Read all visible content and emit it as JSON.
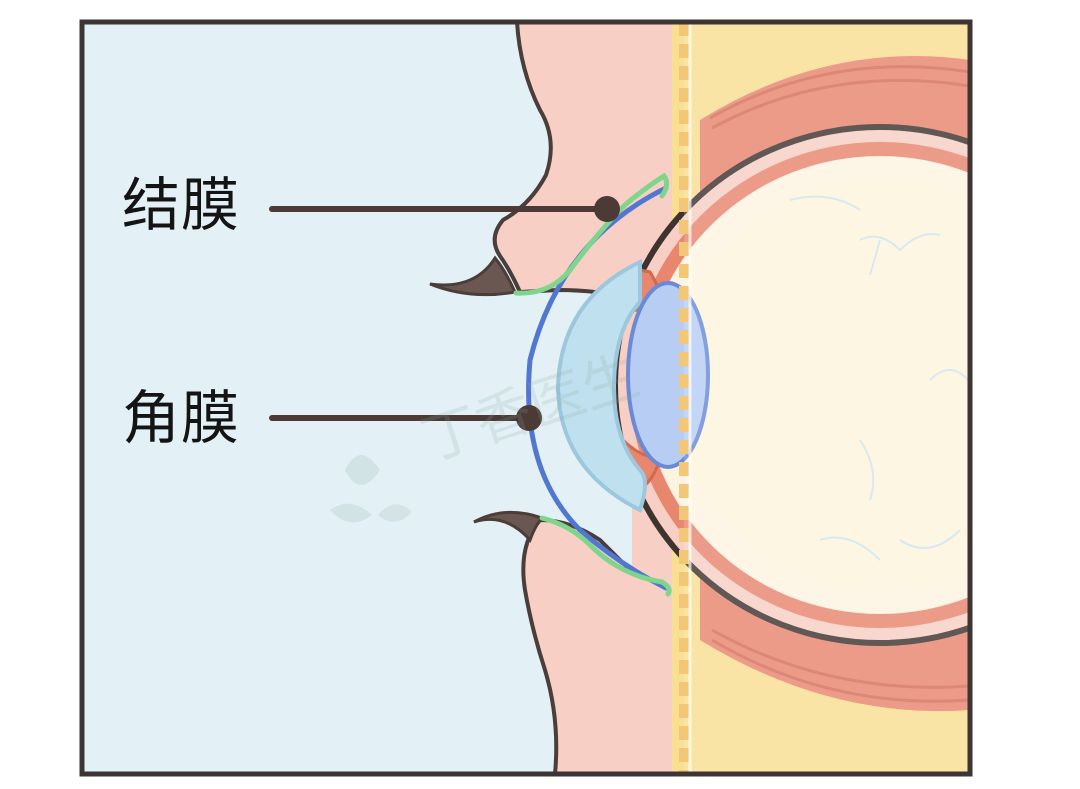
{
  "labels": {
    "conjunctiva": "结膜",
    "cornea": "角膜"
  },
  "watermark": "丁香医生",
  "colors": {
    "background": "#e3f1f6",
    "eyelid": "#f7cfc4",
    "eyelid_outline": "#4b3d3a",
    "orbit_fill": "#f9df92",
    "muscle": "#e8866e",
    "sclera": "#fdf3e1",
    "cornea_line": "#5277d1",
    "conjunctiva_line": "#7fd58b",
    "lens": "#b8cdf4",
    "leader_line": "#4b3a36"
  }
}
